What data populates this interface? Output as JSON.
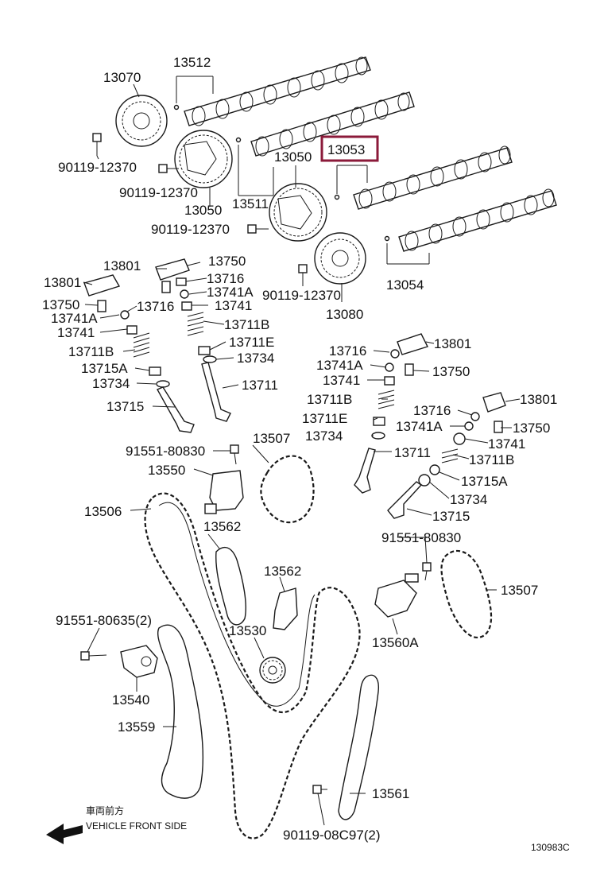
{
  "labels": {
    "l13512": "13512",
    "l13070": "13070",
    "l90119a": "90119-12370",
    "l90119b": "90119-12370",
    "l90119c": "90119-12370",
    "l90119d": "90119-12370",
    "l13050a": "13050",
    "l13050b": "13050",
    "l13511": "13511",
    "l13053": "13053",
    "l13054": "13054",
    "l13080": "13080",
    "l13801a": "13801",
    "l13801b": "13801",
    "l13801c": "13801",
    "l13801d": "13801",
    "l13750a": "13750",
    "l13750b": "13750",
    "l13750c": "13750",
    "l13750d": "13750",
    "l13716a": "13716",
    "l13716b": "13716",
    "l13716c": "13716",
    "l13716d": "13716",
    "l13741Aa": "13741A",
    "l13741Ab": "13741A",
    "l13741Ac": "13741A",
    "l13741Ad": "13741A",
    "l13741a": "13741",
    "l13741b": "13741",
    "l13741c": "13741",
    "l13741d": "13741",
    "l13711Ba": "13711B",
    "l13711Bb": "13711B",
    "l13711Bc": "13711B",
    "l13711Bd": "13711B",
    "l13711Ea": "13711E",
    "l13711Eb": "13711E",
    "l13715Aa": "13715A",
    "l13715Ab": "13715A",
    "l13734a": "13734",
    "l13734b": "13734",
    "l13734c": "13734",
    "l13734d": "13734",
    "l13711a": "13711",
    "l13711b": "13711",
    "l13715a": "13715",
    "l13715b": "13715",
    "l91551a": "91551-80830",
    "l91551b": "91551-80830",
    "l13507a": "13507",
    "l13507b": "13507",
    "l13550": "13550",
    "l13506": "13506",
    "l13562a": "13562",
    "l13562b": "13562",
    "l13530": "13530",
    "l13560A": "13560A",
    "l91551c": "91551-80635(2)",
    "l13540": "13540",
    "l13559": "13559",
    "l13561": "13561",
    "l90119e": "90119-08C97(2)",
    "front_jp": "車両前方",
    "front_en": "VEHICLE FRONT SIDE",
    "diagram_code": "130983C"
  },
  "highlight_color": "#8b1a3a"
}
